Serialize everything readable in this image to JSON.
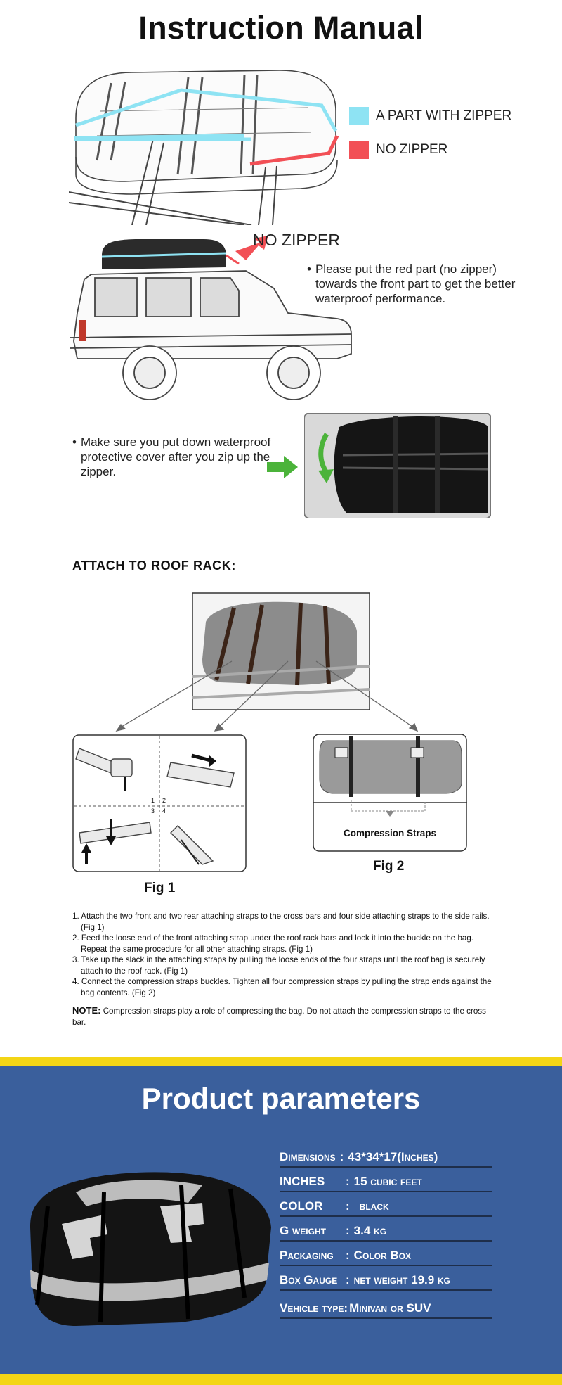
{
  "title": "Instruction Manual",
  "legend": {
    "zipper_label": "A PART WITH ZIPPER",
    "no_zipper_label": "NO ZIPPER",
    "zipper_color": "#8ee3f3",
    "no_zipper_color": "#f25056"
  },
  "car_callout": "NO ZIPPER",
  "tip_red_part": "Please put the red part (no zipper) towards the front part to get the better waterproof performance.",
  "tip_cover": "Make sure you put down waterproof protective cover after you zip up the zipper.",
  "attach_heading": "ATTACH TO ROOF RACK:",
  "fig1_label": "Fig 1",
  "fig2_label": "Fig 2",
  "compression_label": "Compression Straps",
  "fig1_steps": [
    "1",
    "2",
    "3",
    "4"
  ],
  "instructions": [
    "1. Attach the two front and two rear attaching straps to the cross bars and four side attaching straps to the side rails. (Fig 1)",
    "2. Feed the loose end of the front attaching strap under the roof rack bars and lock it into the buckle on the bag. Repeat the same procedure for all other attaching straps. (Fig 1)",
    "3. Take up the slack in the attaching straps by pulling the loose ends of the four straps until the roof bag is securely attach to the roof rack. (Fig 1)",
    "4. Connect the compression straps buckles. Tighten all four compression straps by pulling the strap ends against the bag contents. (Fig 2)"
  ],
  "note_label": "NOTE:",
  "note_text": "Compression straps play a role of compressing the bag. Do not attach the compression straps to the cross bar.",
  "params_title": "Product parameters",
  "params": [
    {
      "key": "Dimensions",
      "sep": ":",
      "value": "43*34*17(Inches)"
    },
    {
      "key": "INCHES",
      "sep": ":",
      "value": "15 cubic feet"
    },
    {
      "key": "COLOR",
      "sep": ":",
      "value": "black"
    },
    {
      "key": "G weight",
      "sep": ":",
      "value": "3.4 kg"
    },
    {
      "key": "Packaging",
      "sep": ":",
      "value": "Color Box"
    },
    {
      "key": "Box Gauge",
      "sep": ":",
      "value": "net weight 19.9 kg"
    },
    {
      "key": "Vehicle type",
      "sep": ":",
      "value": "Minivan or SUV"
    }
  ],
  "colors": {
    "blue_band": "#3a5f9c",
    "yellow_band": "#f3d516",
    "arrow_green": "#4bb33a",
    "arrow_red": "#f25056"
  }
}
